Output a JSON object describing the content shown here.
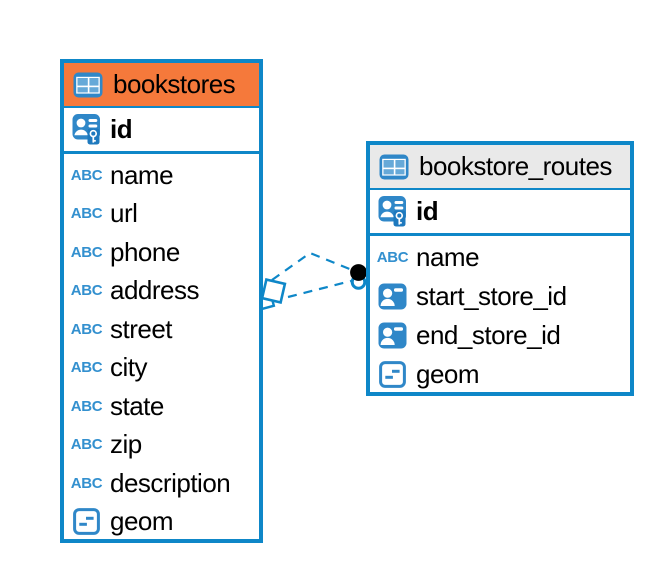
{
  "app": {
    "view": "database-er-diagram"
  },
  "colors": {
    "accent_blue": "#0E87C8",
    "icon_blue": "#2F87C8",
    "abc_blue": "#3390CF",
    "table1_header": "#F5793B",
    "table2_header": "#E9E9E9",
    "text": "#000000",
    "connector_dot": "#000000"
  },
  "icons": {
    "text_type_glyph": "ABC"
  },
  "tables": [
    {
      "name": "bookstores",
      "header_color": "#F5793B",
      "primary_key": {
        "name": "id",
        "type": "primary-key"
      },
      "columns": [
        {
          "name": "name",
          "type": "text"
        },
        {
          "name": "url",
          "type": "text"
        },
        {
          "name": "phone",
          "type": "text"
        },
        {
          "name": "address",
          "type": "text"
        },
        {
          "name": "street",
          "type": "text"
        },
        {
          "name": "city",
          "type": "text"
        },
        {
          "name": "state",
          "type": "text"
        },
        {
          "name": "zip",
          "type": "text"
        },
        {
          "name": "description",
          "type": "text"
        },
        {
          "name": "geom",
          "type": "geometry"
        }
      ]
    },
    {
      "name": "bookstore_routes",
      "header_color": "#E9E9E9",
      "primary_key": {
        "name": "id",
        "type": "primary-key"
      },
      "columns": [
        {
          "name": "name",
          "type": "text"
        },
        {
          "name": "start_store_id",
          "type": "foreign-key"
        },
        {
          "name": "end_store_id",
          "type": "foreign-key"
        },
        {
          "name": "geom",
          "type": "geometry"
        }
      ]
    }
  ],
  "connector": {
    "style": "dashed",
    "line_count": 2,
    "connects": [
      "bookstores",
      "bookstore_routes"
    ],
    "from_marker": "stacked-squares",
    "to_marker": "filled-dot-with-ring"
  }
}
